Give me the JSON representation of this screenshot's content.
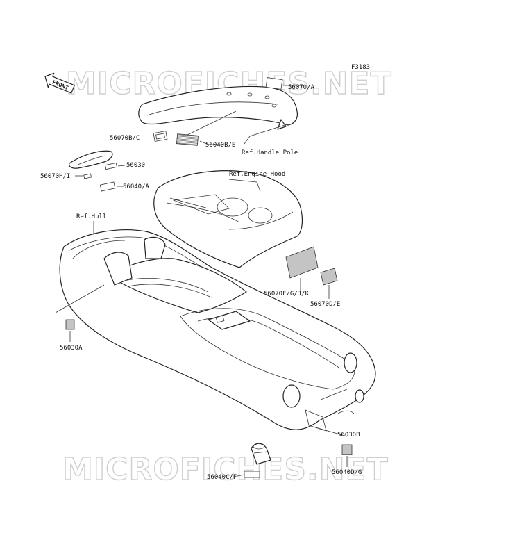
{
  "watermark": "MICROFICHES.NET",
  "figure_code": "F3183",
  "front_marker": "FRONT",
  "labels": {
    "l1": "56070/A",
    "l2": "56070B/C",
    "l3": "56040B/E",
    "l4": "Ref.Handle Pole",
    "l5": "56030",
    "l6": "56070H/I",
    "l7": "56040/A",
    "l8": "Ref.Engine Hood",
    "l9": "Ref.Hull",
    "l10": "56070F/G/J/K",
    "l11": "56070D/E",
    "l12": "56030A",
    "l13": "56030B",
    "l14": "56040C/F",
    "l15": "56040D/G"
  }
}
